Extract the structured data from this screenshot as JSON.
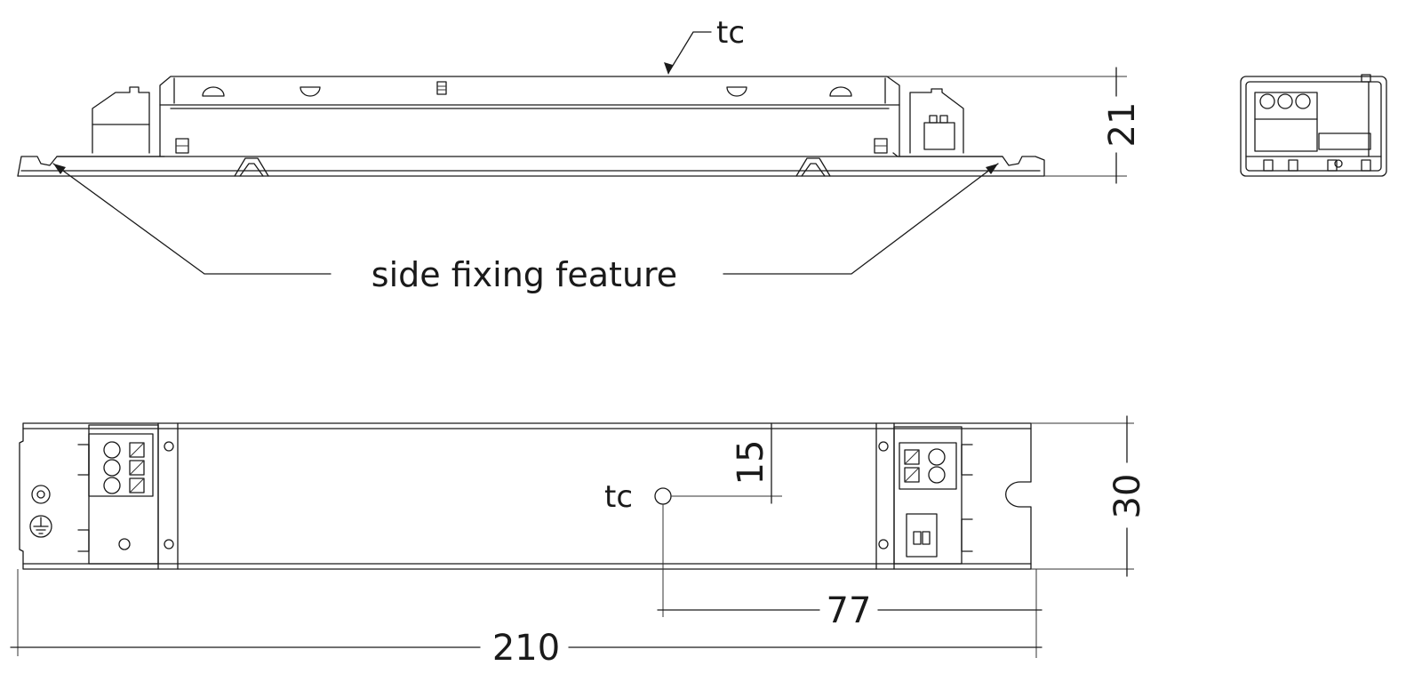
{
  "labels": {
    "tc_top": "tc",
    "tc_plan": "tc",
    "side_fixing": "side fixing feature"
  },
  "dimensions": {
    "height": "21",
    "width": "30",
    "tc_offset_y": "15",
    "tc_offset_x": "77",
    "length": "210"
  },
  "icons": {
    "earth": "ground-symbol-icon"
  },
  "colors": {
    "line": "#1a1a1a",
    "background": "#ffffff"
  }
}
